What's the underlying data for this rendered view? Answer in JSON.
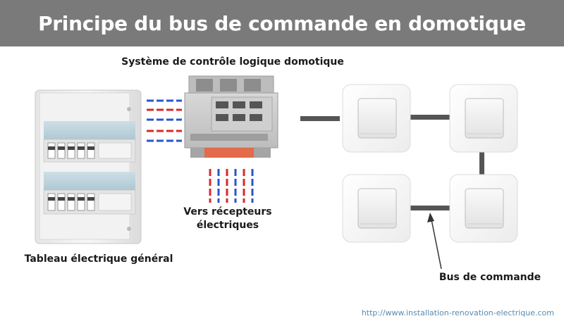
{
  "header": {
    "title": "Principe du bus de commande en domotique"
  },
  "labels": {
    "controller": "Système de contrôle logique domotique",
    "receivers_line1": "Vers récepteurs",
    "receivers_line2": "électriques",
    "panel": "Tableau électrique général",
    "bus": "Bus de commande"
  },
  "footer": {
    "url": "http://www.installation-renovation-electrique.com"
  },
  "colors": {
    "title_bar": "#7a7a7a",
    "wire_red": "#d9282a",
    "wire_blue": "#2a55c9",
    "bus_line": "#555555",
    "url": "#5a8ab0"
  }
}
